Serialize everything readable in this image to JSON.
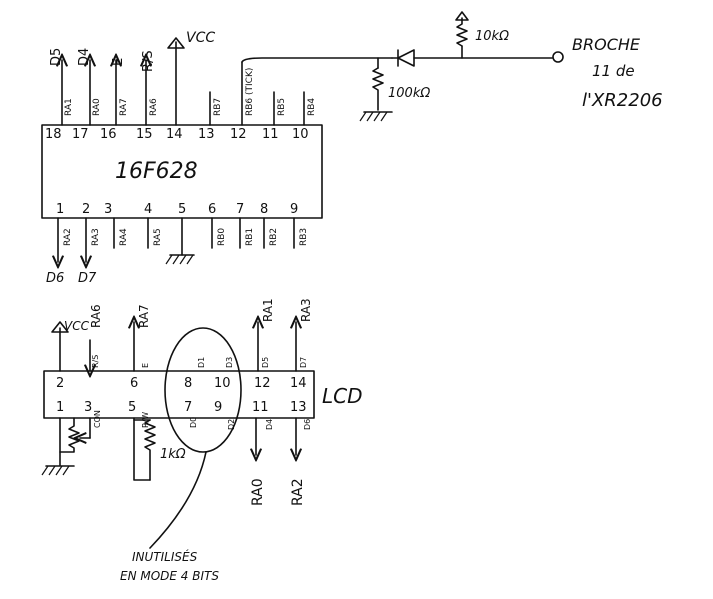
{
  "pic": {
    "part": "16F628",
    "top_pins": [
      "18",
      "17",
      "16",
      "15",
      "14",
      "13",
      "12",
      "11",
      "10"
    ],
    "top_ports": [
      "RA1",
      "RA0",
      "RA7",
      "RA6",
      "",
      "RB7",
      "RB6 (TICK)",
      "RB5",
      "RB4"
    ],
    "top_outputs": [
      "D5",
      "D4",
      "E",
      "R/S"
    ],
    "bottom_pins": [
      "1",
      "2",
      "3",
      "4",
      "5",
      "6",
      "7",
      "8",
      "9"
    ],
    "bottom_ports": [
      "RA2",
      "RA3",
      "RA4",
      "RA5",
      "",
      "RB0",
      "RB1",
      "RB2",
      "RB3"
    ],
    "bottom_outputs": [
      "D6",
      "D7"
    ]
  },
  "supply": {
    "vcc": "VCC"
  },
  "input_circuit": {
    "pullup_resistor": "10kΩ",
    "pulldown_resistor": "100kΩ",
    "destination_line1": "BROCHE",
    "destination_line2": "11 de",
    "destination_line3": "l'XR2206"
  },
  "lcd": {
    "label": "LCD",
    "top_pins": [
      "2",
      "6",
      "8",
      "10",
      "12",
      "14"
    ],
    "top_signals": [
      "R/S",
      "E",
      "D1",
      "D3",
      "D5",
      "D7"
    ],
    "bottom_pins": [
      "1",
      "3",
      "5",
      "7",
      "9",
      "11",
      "13"
    ],
    "bottom_signals": [
      "CON",
      "R/W",
      "D0",
      "D2",
      "D4",
      "D6"
    ],
    "top_connections": [
      "VCC",
      "RA6",
      "RA7",
      "RA1",
      "RA3"
    ],
    "bottom_connections": [
      "RA0",
      "RA2"
    ],
    "rw_resistor": "1kΩ"
  },
  "annotation": {
    "line1": "INUTILISÉS",
    "line2": "EN MODE 4 BITS"
  }
}
